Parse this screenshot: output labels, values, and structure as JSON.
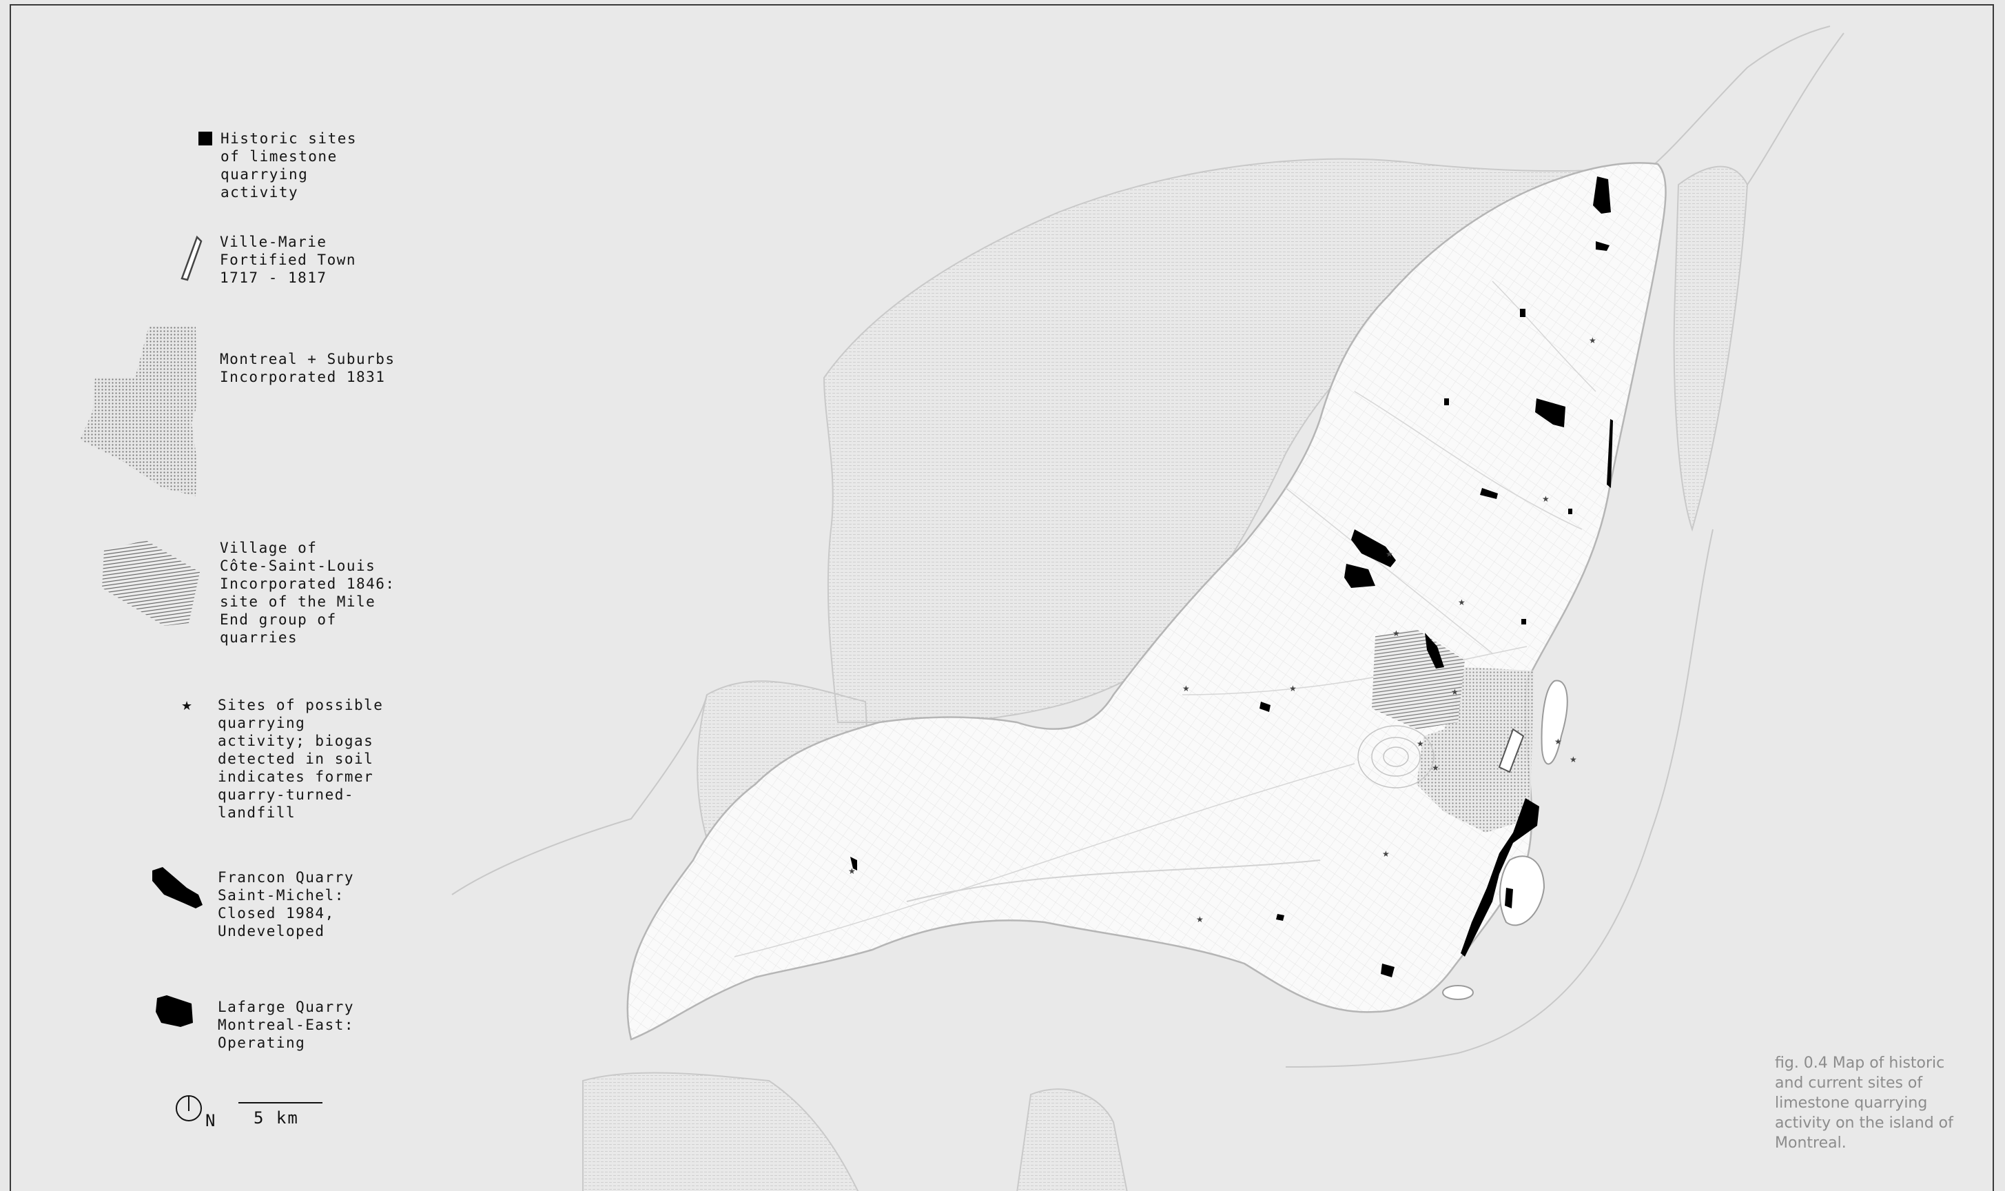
{
  "legend": {
    "historic_sites": "Historic sites\nof limestone\nquarrying\nactivity",
    "ville_marie": "Ville-Marie\nFortified Town\n1717 - 1817",
    "montreal_suburbs": "Montreal + Suburbs\nIncorporated 1831",
    "cote_saint_louis": "Village of\nCôte-Saint-Louis\nIncorporated 1846:\nsite of the Mile\nEnd group of\nquarries",
    "possible_sites": "Sites of possible\nquarrying\nactivity; biogas\ndetected in soil\nindicates former\nquarry-turned-\nlandfill",
    "francon": "Francon Quarry\nSaint-Michel:\nClosed 1984,\nUndeveloped",
    "lafarge": "Lafarge Quarry\nMontreal-East:\nOperating"
  },
  "scale": {
    "north_label": "N",
    "distance_label": "5 km"
  },
  "caption": "fig. 0.4  Map of historic\nand current sites of\nlimestone quarrying\nactivity on the island of\nMontreal.",
  "colors": {
    "background": "#e9e9e9",
    "island": "#ffffff",
    "quarry": "#000000",
    "caption": "#8c8c8c"
  }
}
